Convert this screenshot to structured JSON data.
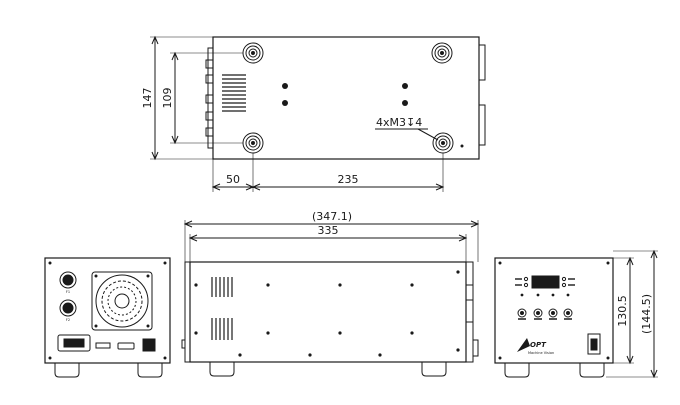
{
  "drawing": {
    "top_view": {
      "dim_width_overall": "147",
      "dim_width_holes": "109",
      "dim_edge_offset": "50",
      "dim_hole_spacing": "235",
      "hole_callout": "4xM3",
      "hole_depth": "4"
    },
    "side_view": {
      "dim_length_overall": "(347.1)",
      "dim_length_body": "335"
    },
    "front_view": {
      "dim_height_body": "130.5",
      "dim_height_overall": "(144.5)",
      "logo": "OPT",
      "logo_tagline": "Machine Vision"
    },
    "rear_view": {
      "fuse_label_1": "F1",
      "fuse_label_2": "F2"
    }
  }
}
